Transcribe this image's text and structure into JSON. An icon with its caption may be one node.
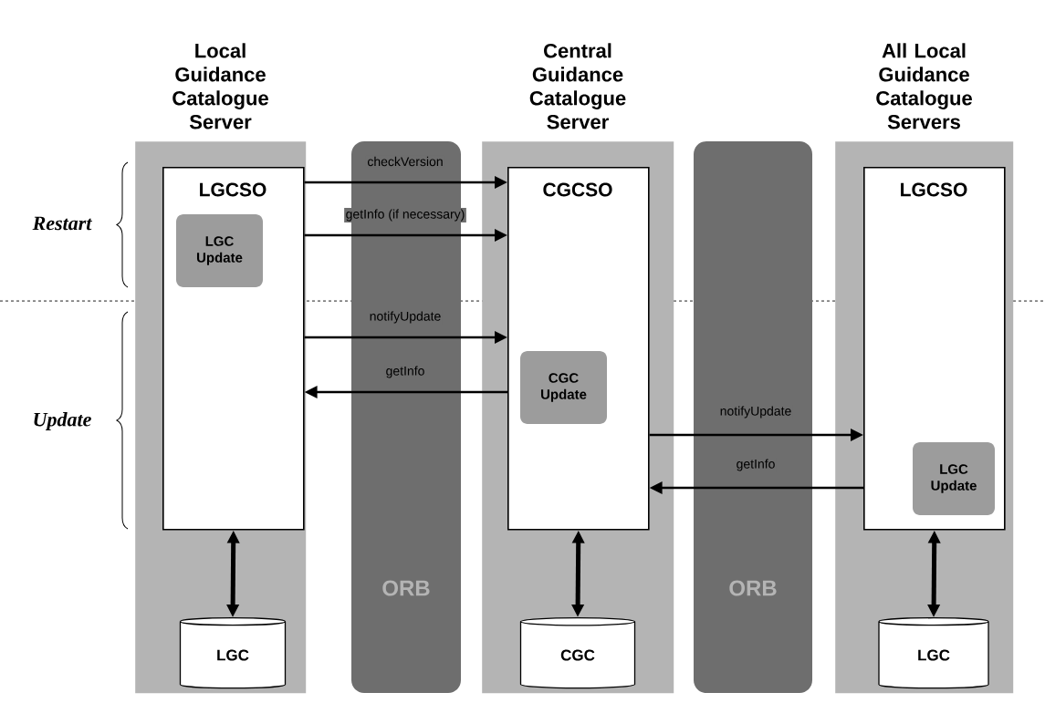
{
  "diagram": {
    "nodes": [
      {
        "text": [
          "Local Guidance Catalogue Server"
        ]
      },
      {
        "text": [
          "LGCSO"
        ],
        "in": 0
      },
      {
        "text": [
          "LGC Update"
        ],
        "in": 1
      },
      {
        "text": [
          "LGC"
        ],
        "in": 0
      },
      {
        "text": [
          "Central Guidance Catalogue Server"
        ]
      },
      {
        "text": [
          "CGCSO"
        ],
        "in": 4
      },
      {
        "text": [
          "CGC Update"
        ],
        "in": 5
      },
      {
        "text": [
          "CGC"
        ],
        "in": 4
      },
      {
        "text": [
          "All Local Guidance Catalogue Servers"
        ]
      },
      {
        "text": [
          "LGCSO"
        ],
        "in": 8
      },
      {
        "text": [
          "LGC Update"
        ],
        "in": 9
      },
      {
        "text": [
          "LGC"
        ],
        "in": 8
      }
    ],
    "edges": [
      {
        "from": 1,
        "to": 5,
        "arrow": "to",
        "label": "checkVersion"
      },
      {
        "from": 1,
        "to": 5,
        "arrow": "to",
        "label": "getInfo (if necessary)"
      },
      {
        "from": 1,
        "to": 5,
        "arrow": "to",
        "label": "notifyUpdate"
      },
      {
        "from": 5,
        "to": 1,
        "arrow": "to",
        "label": "getInfo"
      },
      {
        "from": 5,
        "to": 9,
        "arrow": "to",
        "label": "notifyUpdate"
      },
      {
        "from": 9,
        "to": 5,
        "arrow": "to",
        "label": "getInfo"
      },
      {
        "from": 1,
        "to": 3,
        "arrow": "both",
        "style": "thick"
      },
      {
        "from": 5,
        "to": 7,
        "arrow": "both",
        "style": "thick"
      },
      {
        "from": 9,
        "to": 11,
        "arrow": "both",
        "style": "thick"
      }
    ],
    "labels": [
      "Restart",
      "Update",
      "ORB",
      "ORB"
    ]
  }
}
